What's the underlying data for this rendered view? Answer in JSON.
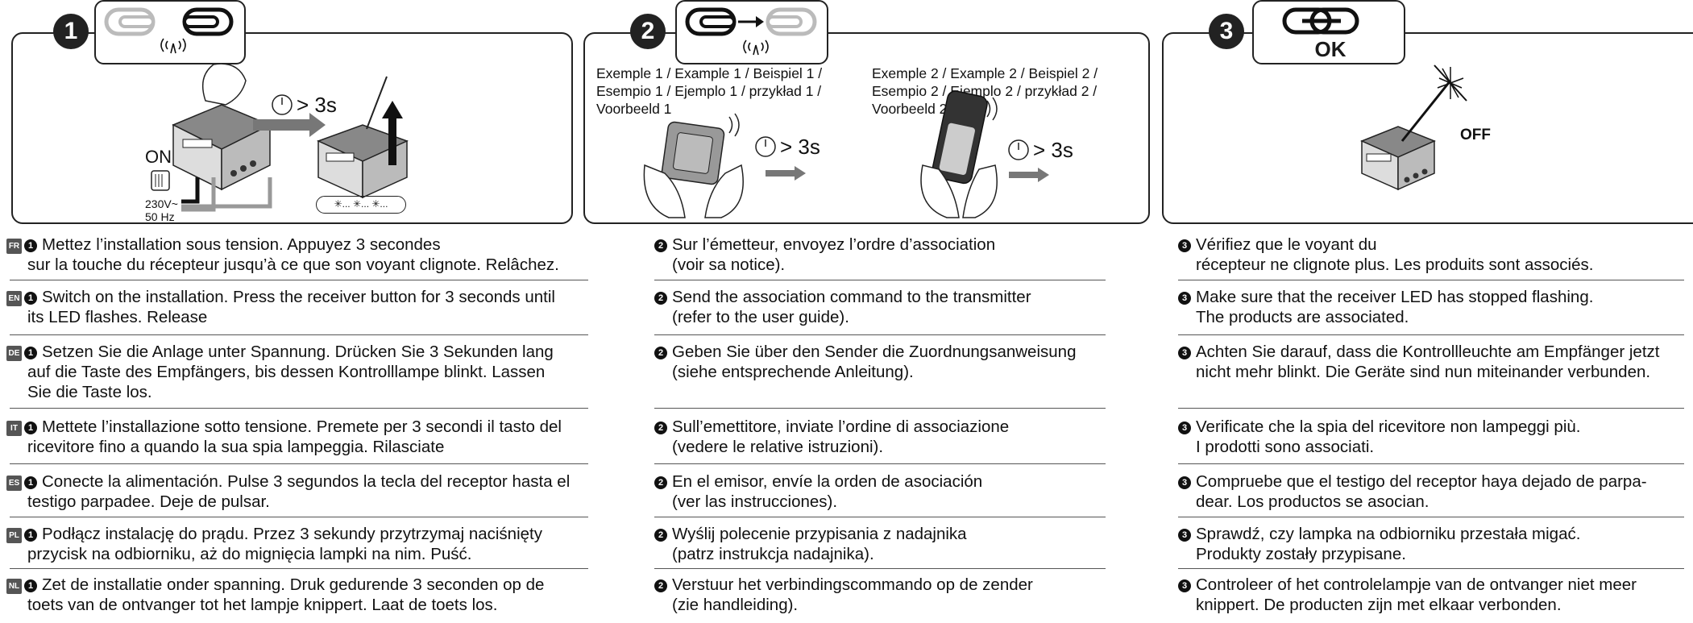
{
  "panel1": {
    "step": "1",
    "on_label": "ON",
    "voltage": "230V~",
    "frequency": "50 Hz",
    "timer": "> 3s",
    "blink": "✳... ✳... ✳..."
  },
  "panel2": {
    "step": "2",
    "example1": [
      "Exemple 1 / Example 1 / Beispiel 1 /",
      "Esempio 1 / Ejemplo 1 / przykład 1 /",
      "Voorbeeld 1"
    ],
    "example2": [
      "Exemple 2 / Example 2 / Beispiel 2 /",
      "Esempio 2 / Ejemplo 2 / przykład 2 /",
      "Voorbeeld 2"
    ],
    "timer1": "> 3s",
    "timer2": "> 3s"
  },
  "panel3": {
    "step": "3",
    "ok": "OK",
    "off": "OFF"
  },
  "rows": [
    {
      "lang": "FR",
      "c1": [
        "Mettez l’installation sous tension. Appuyez 3 secondes",
        "sur la touche du récepteur jusqu’à ce que son voyant clignote. Relâchez."
      ],
      "c2": [
        "Sur l’émetteur, envoyez l’ordre d’association",
        "(voir sa notice)."
      ],
      "c3": [
        "Vérifiez que le voyant du",
        "récepteur ne clignote plus. Les produits sont associés."
      ]
    },
    {
      "lang": "EN",
      "c1": [
        "Switch on the installation. Press the receiver button for 3 seconds until",
        "its LED flashes. Release"
      ],
      "c2": [
        "Send the association command to the transmitter",
        "(refer to the user guide)."
      ],
      "c3": [
        "Make sure that the receiver LED has stopped flashing.",
        "The products are associated."
      ]
    },
    {
      "lang": "DE",
      "c1": [
        "Setzen Sie die Anlage unter Spannung. Drücken Sie 3 Sekunden lang",
        "auf die Taste des Empfängers, bis dessen Kontrolllampe blinkt. Lassen",
        "Sie die Taste los."
      ],
      "c2": [
        "Geben Sie über den Sender die Zuordnungsanweisung",
        "(siehe entsprechende Anleitung)."
      ],
      "c3": [
        "Achten Sie darauf, dass die Kontrollleuchte am Empfänger jetzt",
        "nicht mehr blinkt. Die Geräte sind nun miteinander verbunden."
      ]
    },
    {
      "lang": "IT",
      "c1": [
        "Mettete l’installazione sotto tensione. Premete per 3 secondi il tasto del",
        "ricevitore fino a quando la sua spia lampeggia. Rilasciate"
      ],
      "c2": [
        "Sull’emettitore, inviate l’ordine di associazione",
        "(vedere le relative istruzioni)."
      ],
      "c3": [
        "Verificate che la spia del ricevitore non lampeggi più.",
        "I prodotti sono associati."
      ]
    },
    {
      "lang": "ES",
      "c1": [
        "Conecte la alimentación. Pulse 3 segundos la tecla del receptor hasta el",
        "testigo parpadee. Deje de pulsar."
      ],
      "c2": [
        "En el emisor, envíe la orden de asociación",
        "(ver las instrucciones)."
      ],
      "c3": [
        "Compruebe que el testigo del receptor haya dejado de parpa-",
        "dear. Los productos se asocian."
      ]
    },
    {
      "lang": "PL",
      "c1": [
        "Podłącz instalację do prądu. Przez 3 sekundy przytrzymaj naciśnięty",
        "przycisk na odbiorniku, aż do mignięcia lampki na nim. Puść."
      ],
      "c2": [
        "Wyślij polecenie przypisania z nadajnika",
        "(patrz instrukcja nadajnika)."
      ],
      "c3": [
        "Sprawdź, czy lampka na odbiorniku przestała migać.",
        "Produkty zostały przypisane."
      ]
    },
    {
      "lang": "NL",
      "c1": [
        "Zet de installatie onder spanning. Druk gedurende 3 seconden op de",
        "toets van de ontvanger tot het lampje knippert. Laat de toets los."
      ],
      "c2": [
        "Verstuur het verbindingscommando op de zender",
        "(zie handleiding)."
      ],
      "c3": [
        "Controleer of het controlelampje van de ontvanger niet meer",
        "knippert. De producten zijn met elkaar verbonden."
      ]
    }
  ]
}
